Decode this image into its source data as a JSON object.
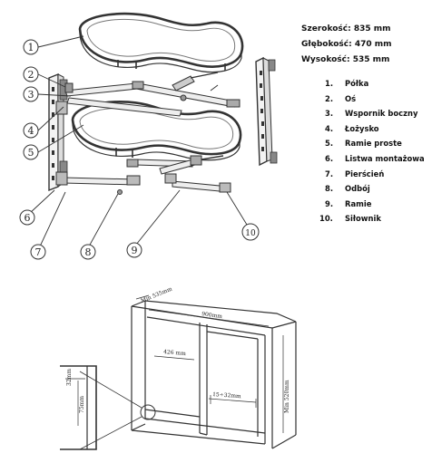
{
  "specs": {
    "width_label": "Szerokość:",
    "width_value": "835 mm",
    "depth_label": "Głębokość:",
    "depth_value": "470 mm",
    "height_label": "Wysokość:",
    "height_value": "535 mm"
  },
  "parts": [
    {
      "num": "1.",
      "name": "Półka"
    },
    {
      "num": "2.",
      "name": "Oś"
    },
    {
      "num": "3.",
      "name": "Wspornik boczny"
    },
    {
      "num": "4.",
      "name": "Łożysko"
    },
    {
      "num": "5.",
      "name": "Ramie proste"
    },
    {
      "num": "6.",
      "name": "Listwa montażowa"
    },
    {
      "num": "7.",
      "name": "Pierścień"
    },
    {
      "num": "8.",
      "name": "Odbój"
    },
    {
      "num": "9.",
      "name": "Ramie"
    },
    {
      "num": "10.",
      "name": "Siłownik"
    }
  ],
  "callouts": [
    "1",
    "2",
    "3",
    "4",
    "5",
    "6",
    "7",
    "8",
    "9",
    "10"
  ],
  "dimensions": {
    "depth": "Min 535mm",
    "width": "900mm",
    "opening": "426 mm",
    "height": "Min 520mm",
    "gap": "15÷32mm",
    "detail_top": "32mm",
    "detail_side": "75mm"
  }
}
